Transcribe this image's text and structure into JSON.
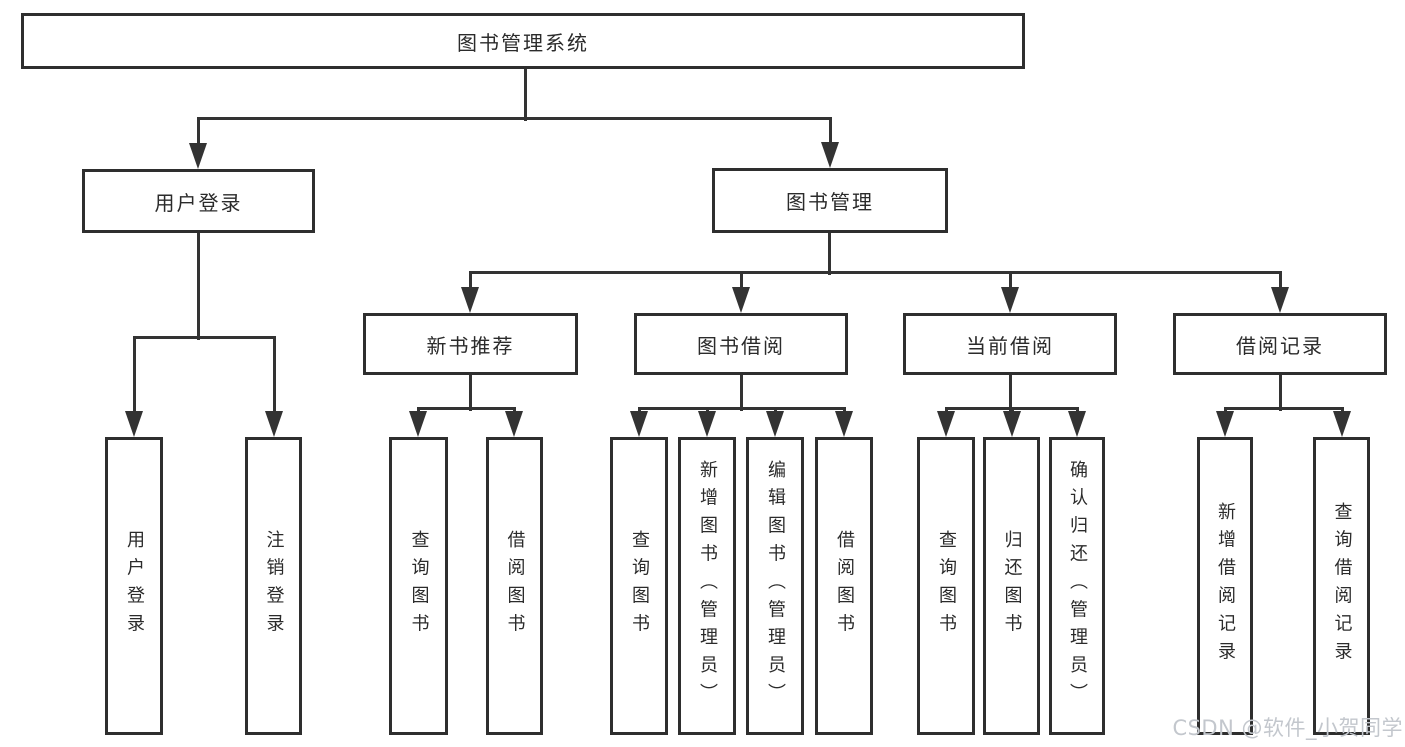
{
  "tree": {
    "root": {
      "label": "图书管理系统"
    },
    "nodes": [
      {
        "label": "用户登录",
        "children": [
          {
            "label": "用户登录"
          },
          {
            "label": "注销登录"
          }
        ]
      },
      {
        "label": "图书管理",
        "children": [
          {
            "label": "新书推荐",
            "children": [
              {
                "label": "查询图书"
              },
              {
                "label": "借阅图书"
              }
            ]
          },
          {
            "label": "图书借阅",
            "children": [
              {
                "label": "查询图书"
              },
              {
                "label": "新增图书（管理员）"
              },
              {
                "label": "编辑图书（管理员）"
              },
              {
                "label": "借阅图书"
              }
            ]
          },
          {
            "label": "当前借阅",
            "children": [
              {
                "label": "查询图书"
              },
              {
                "label": "归还图书"
              },
              {
                "label": "确认归还（管理员）"
              }
            ]
          },
          {
            "label": "借阅记录",
            "children": [
              {
                "label": "新增借阅记录"
              },
              {
                "label": "查询借阅记录"
              }
            ]
          }
        ]
      }
    ]
  },
  "watermark": "CSDN @软件_小贺同学",
  "colors": {
    "line": "#333333",
    "node_border": "#2e2e2e",
    "text": "#2b2b2b",
    "background": "#ffffff",
    "watermark": "#c3c7cd"
  }
}
